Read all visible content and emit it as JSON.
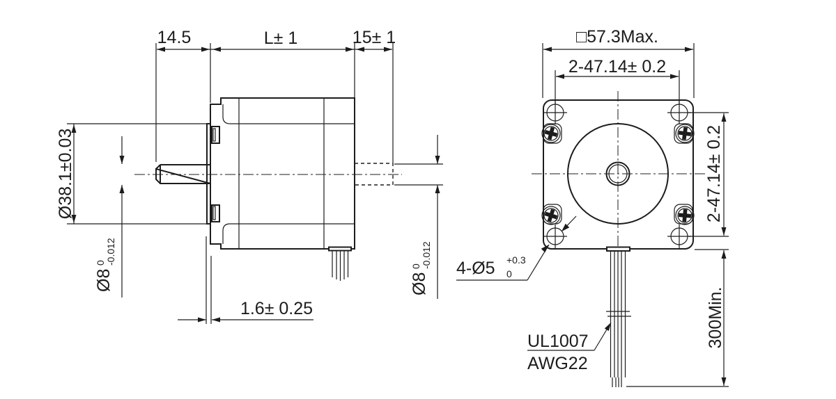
{
  "colors": {
    "ink": "#1c1c1c",
    "paper": "#ffffff"
  },
  "side_view": {
    "dim_front_shaft_length": "14.5",
    "dim_body_length": "L± 1",
    "dim_rear_shaft_length": "15± 1",
    "dim_pilot_diameter": "Ø38.1±0.03",
    "dim_front_shaft_diameter": {
      "base": "Ø8",
      "tol_upper": "0",
      "tol_lower": "-0.012"
    },
    "dim_rear_shaft_diameter": {
      "base": "Ø8",
      "tol_upper": "0",
      "tol_lower": "-0.012"
    },
    "dim_pilot_height": "1.6± 0.25"
  },
  "front_view": {
    "dim_body_width": "□57.3Max.",
    "dim_hole_spacing_horizontal": "2-47.14± 0.2",
    "dim_hole_spacing_vertical": "2-47.14± 0.2",
    "dim_mounting_holes": {
      "base": "4-Ø5",
      "tol_upper": "+0.3",
      "tol_lower": "0"
    },
    "dim_lead_length": "300Min.",
    "lead_wire_spec": [
      "UL1007",
      "AWG22"
    ]
  }
}
